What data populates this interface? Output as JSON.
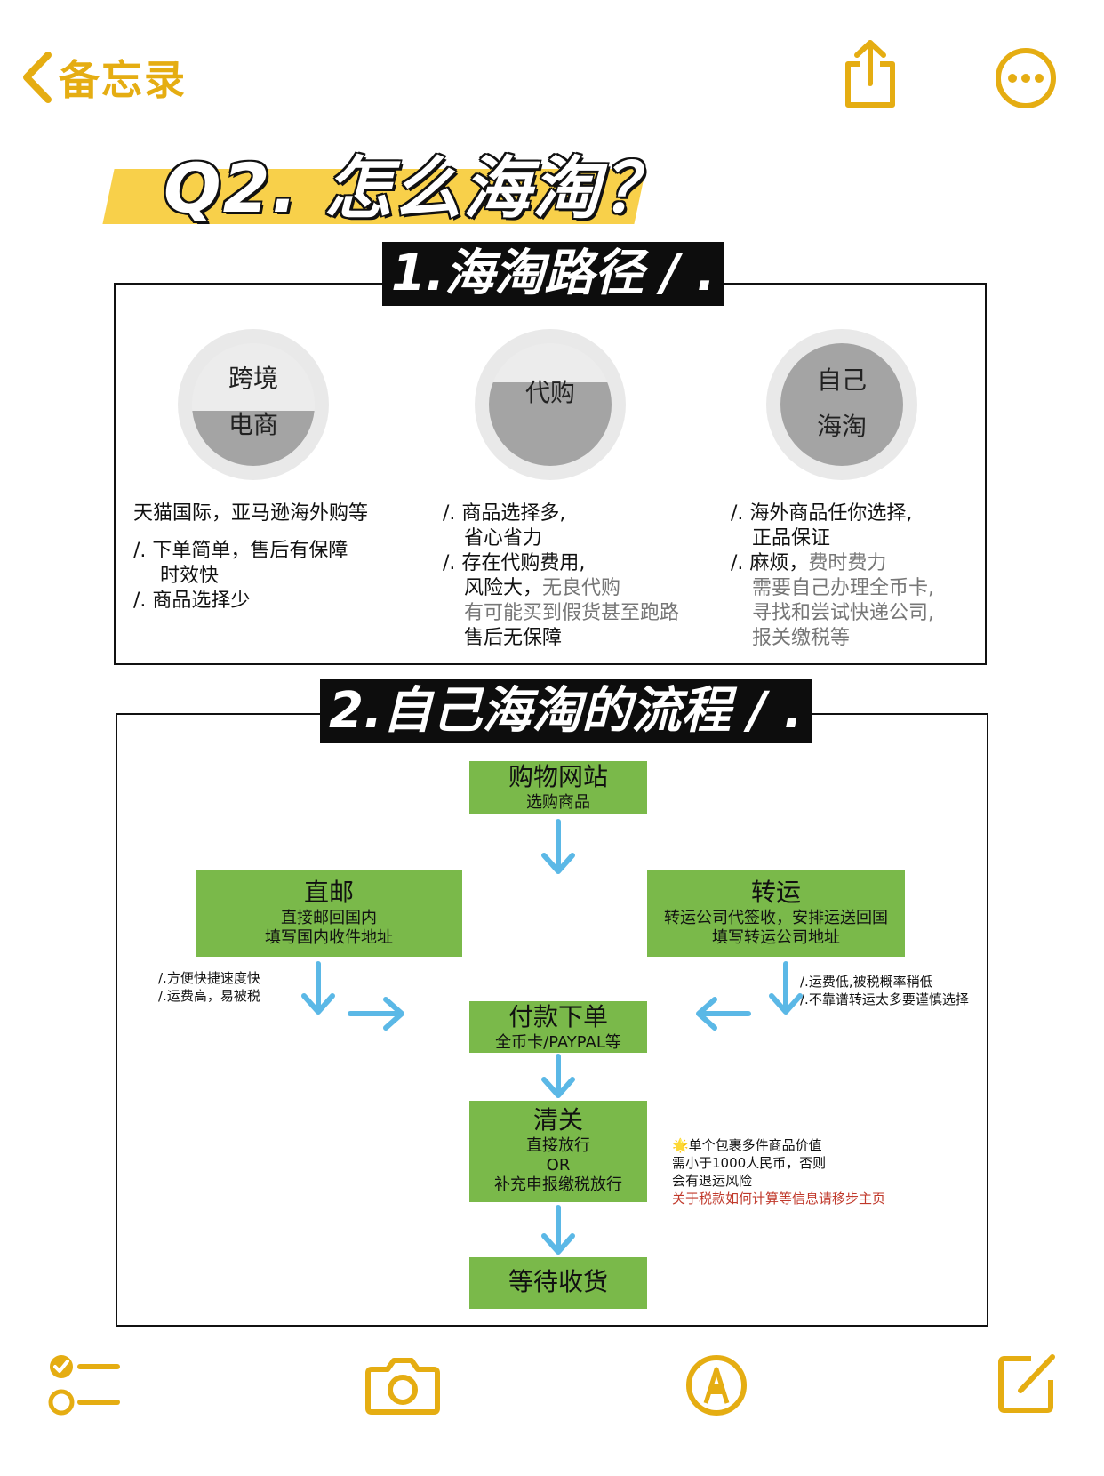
{
  "nav": {
    "back_label": "备忘录"
  },
  "title": "Q2. 怎么海淘？",
  "section1": {
    "heading": "1.海淘路径 / .",
    "paths": [
      {
        "circle": [
          "跨境",
          "电商"
        ],
        "lines": [
          "天猫国际，亚马逊海外购等",
          "/. 下单简单，售后有保障",
          "时效快",
          "/.  商品选择少"
        ]
      },
      {
        "circle": [
          "代购"
        ],
        "lines": [
          "/. 商品选择多,",
          "省心省力",
          "/. 存在代购费用,",
          "风险大，",
          "无良代购",
          "有可能买到假货甚至跑路",
          "售后无保障"
        ]
      },
      {
        "circle": [
          "自己",
          "海淘"
        ],
        "lines": [
          "/. 海外商品任你选择,",
          "正品保证",
          "/. 麻烦，",
          "费时费力",
          "需要自己办理全币卡,",
          "寻找和尝试快递公司,",
          "报关缴税等"
        ]
      }
    ]
  },
  "section2": {
    "heading": "2.自己海淘的流程 / .",
    "nodes": {
      "shop": {
        "title": "购物网站",
        "sub": "选购商品"
      },
      "direct": {
        "title": "直邮",
        "sub1": "直接邮回国内",
        "sub2": "填写国内收件地址"
      },
      "transfer": {
        "title": "转运",
        "sub1": "转运公司代签收，安排运送回国",
        "sub2": "填写转运公司地址"
      },
      "pay": {
        "title": "付款下单",
        "sub": "全币卡/PAYPAL等"
      },
      "customs": {
        "title": "清关",
        "sub1": "直接放行",
        "sub2": "OR",
        "sub3": "补充申报缴税放行"
      },
      "wait": {
        "title": "等待收货"
      }
    },
    "direct_notes": [
      "/.方便快捷速度快",
      "/.运费高，易被税"
    ],
    "transfer_notes": [
      "/.运费低,被税概率稍低",
      "/.不靠谱转运太多要谨慎选择"
    ],
    "customs_notes": [
      "🌟单个包裹多件商品价值",
      "需小于1000人民币，否则",
      "会有退运风险",
      "关于税款如何计算等信息请移步主页"
    ]
  },
  "colors": {
    "accent": "#e5ad12",
    "flow_green": "#7ab94a",
    "arrow_blue": "#5bb8e6",
    "title_yellow": "#f8d04a"
  },
  "icons": [
    "chevron-left-icon",
    "share-icon",
    "more-icon",
    "checklist-icon",
    "camera-icon",
    "markup-pen-icon",
    "compose-icon"
  ]
}
